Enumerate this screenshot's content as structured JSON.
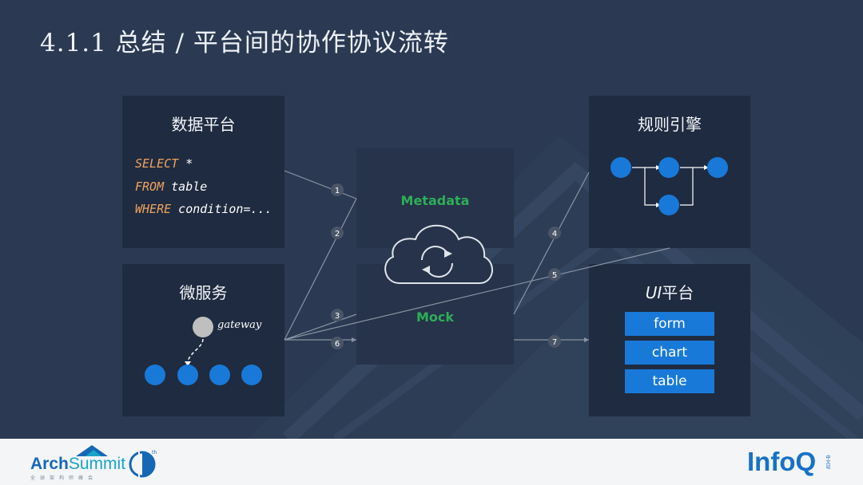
{
  "slide": {
    "title": "4.1.1 总结 / 平台间的协作协议流转"
  },
  "data_platform": {
    "title": "数据平台",
    "sql": [
      {
        "keyword": "SELECT",
        "rest": " *"
      },
      {
        "keyword": "FROM",
        "rest": " table"
      },
      {
        "keyword": "WHERE",
        "rest": " condition=..."
      }
    ]
  },
  "microservice": {
    "title": "微服务",
    "gateway_label": "gateway"
  },
  "center": {
    "metadata_label": "Metadata",
    "mock_label": "Mock",
    "cloud_icon": "cloud-sync-icon"
  },
  "rule_engine": {
    "title": "规则引擎"
  },
  "ui_platform": {
    "title_prefix": "UI",
    "title_suffix": "平台",
    "items": [
      "form",
      "chart",
      "table"
    ]
  },
  "flow_steps": [
    "1",
    "2",
    "3",
    "4",
    "5",
    "6",
    "7"
  ],
  "footer": {
    "arch_logo_part1": "Arch",
    "arch_logo_part2": "Summit",
    "arch_subtitle": "全球架构师峰会",
    "arch_badge": "th",
    "infoq_logo": "InfoQ",
    "infoq_sub": "中文站"
  },
  "colors": {
    "background": "#2b3a52",
    "panel": "#1f2b40",
    "center_panel": "#26334a",
    "node_blue": "#1979d8",
    "keyword_orange": "#f0a35e",
    "label_green": "#2fae58",
    "gateway_gray": "#bfbfbf"
  }
}
